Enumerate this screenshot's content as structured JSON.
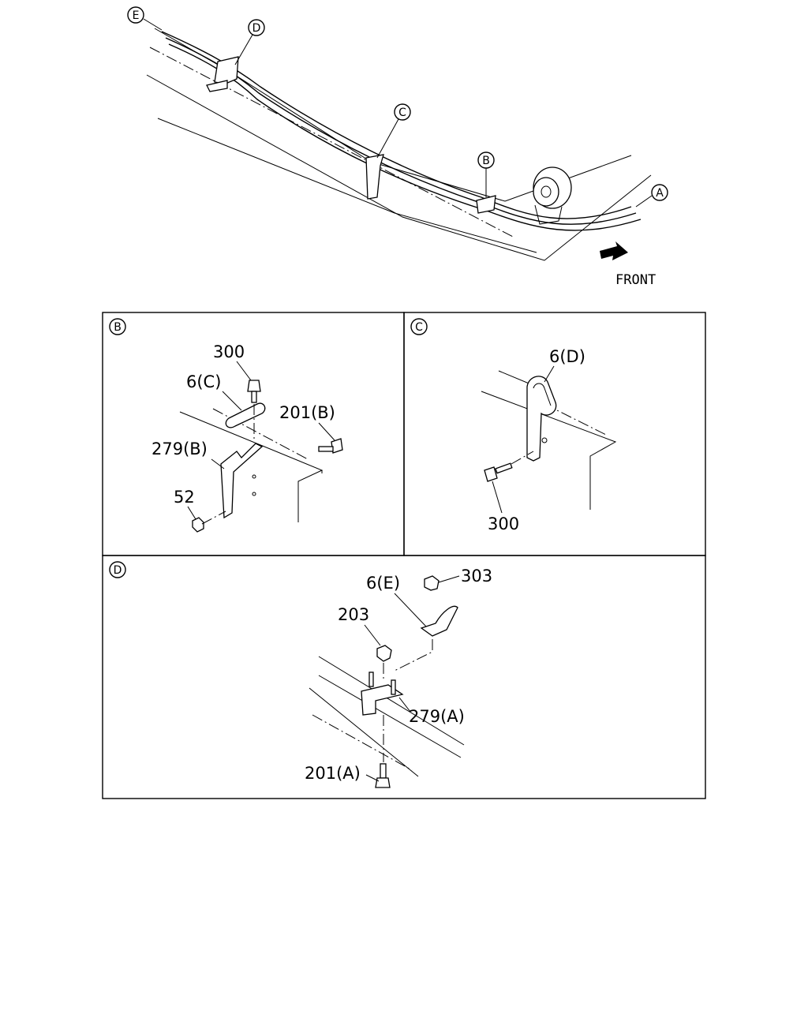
{
  "overview": {
    "callouts": [
      "E",
      "D",
      "C",
      "B",
      "A"
    ],
    "front_label": "FRONT"
  },
  "panels": {
    "B": {
      "tag": "B",
      "labels": [
        "300",
        "6(C)",
        "201(B)",
        "279(B)",
        "52"
      ]
    },
    "C": {
      "tag": "C",
      "labels": [
        "6(D)",
        "300"
      ]
    },
    "D": {
      "tag": "D",
      "labels": [
        "6(E)",
        "303",
        "203",
        "279(A)",
        "201(A)"
      ]
    }
  }
}
